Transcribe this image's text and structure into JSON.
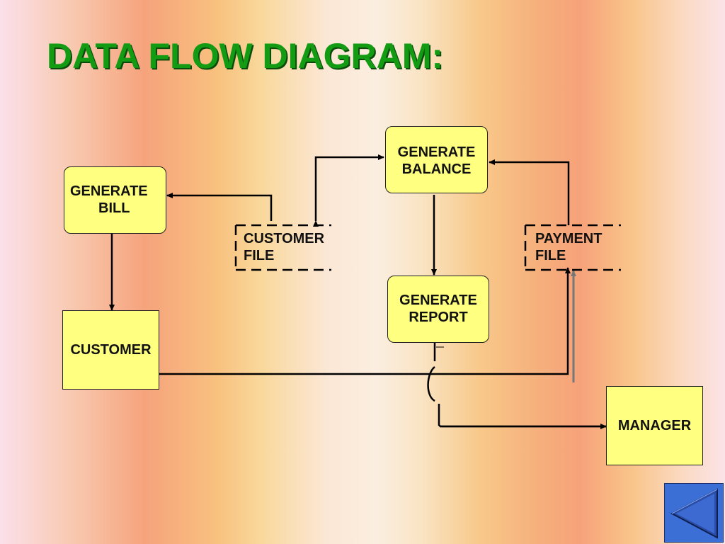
{
  "title": "DATA FLOW DIAGRAM:",
  "processes": {
    "generate_bill": [
      "GENERATE",
      "BILL"
    ],
    "generate_balance": [
      "GENERATE",
      "BALANCE"
    ],
    "generate_report": [
      "GENERATE",
      "REPORT"
    ]
  },
  "entities": {
    "customer": "CUSTOMER",
    "manager": "MANAGER"
  },
  "stores": {
    "customer_file": [
      "CUSTOMER",
      "FILE"
    ],
    "payment_file": [
      "PAYMENT",
      "FILE"
    ]
  },
  "colors": {
    "title": "#139c13",
    "node_fill": "#ffff80",
    "nav_button": "#3b6fd6"
  },
  "nav": {
    "icon": "previous-slide-icon"
  }
}
